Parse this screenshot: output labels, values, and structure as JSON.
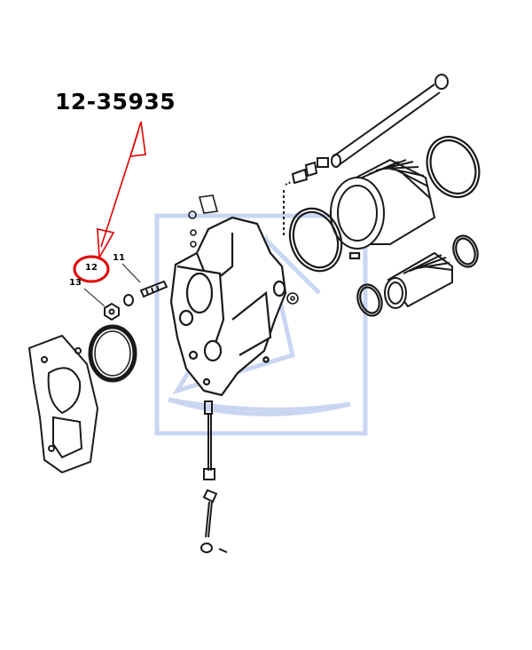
{
  "part_number": "12-35935",
  "callouts": {
    "c12": "12",
    "c11": "11",
    "c13": "13"
  },
  "colors": {
    "highlight": "#e00000",
    "line": "#1a1a1a",
    "watermark": "#c9d6f2"
  }
}
